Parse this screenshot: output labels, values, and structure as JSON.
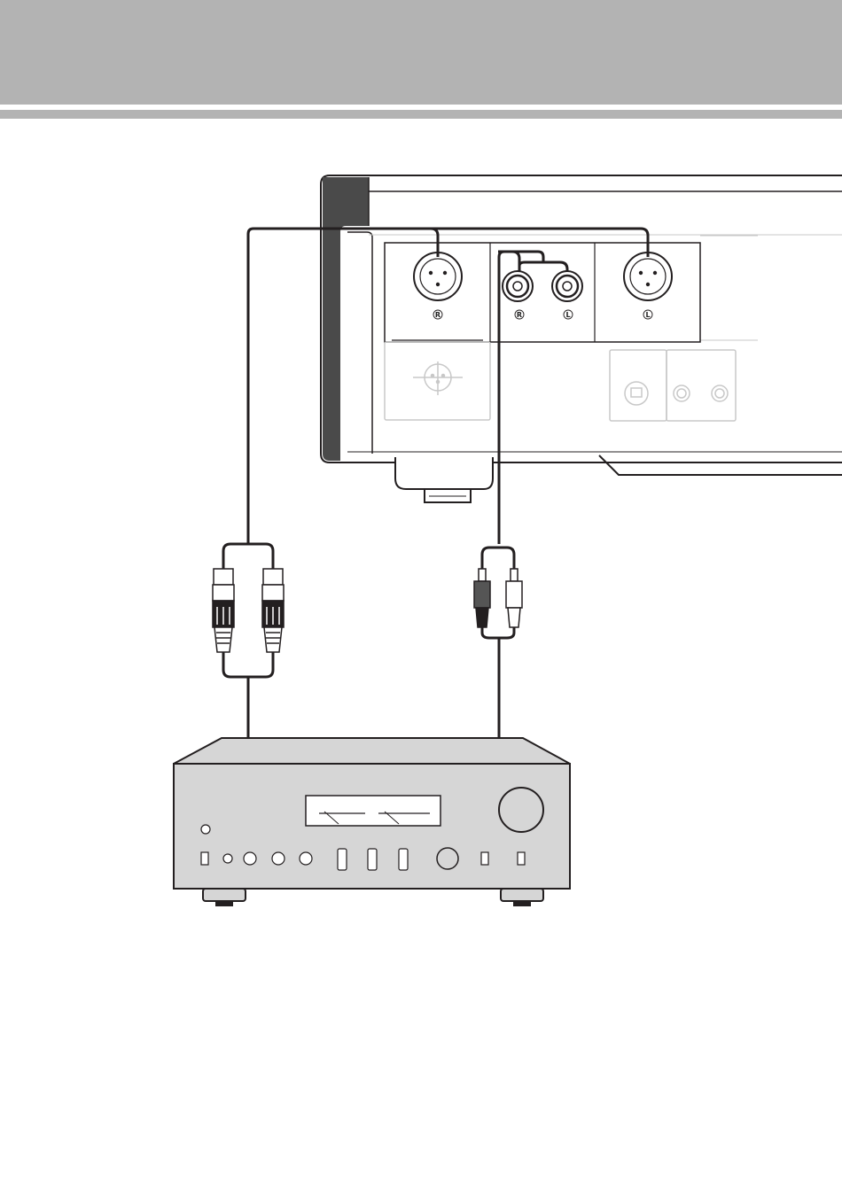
{
  "header": {
    "band_color": "#b3b3b3"
  },
  "player_rear_panel": {
    "balanced_out_labels": {
      "right": "R",
      "left": "L"
    },
    "unbalanced_out_labels": {
      "right": "R",
      "left": "L"
    }
  },
  "amplifier": {
    "color": "#d6d6d6"
  },
  "cables": {
    "balanced": {
      "type": "XLR",
      "connector_count": 2
    },
    "unbalanced": {
      "type": "RCA",
      "connector_count": 2
    }
  },
  "colors": {
    "line": "#231f20",
    "panel_gray": "#d9d9d9",
    "dark_panel": "#4a4a4a",
    "ghost": "#c8c8c8"
  }
}
